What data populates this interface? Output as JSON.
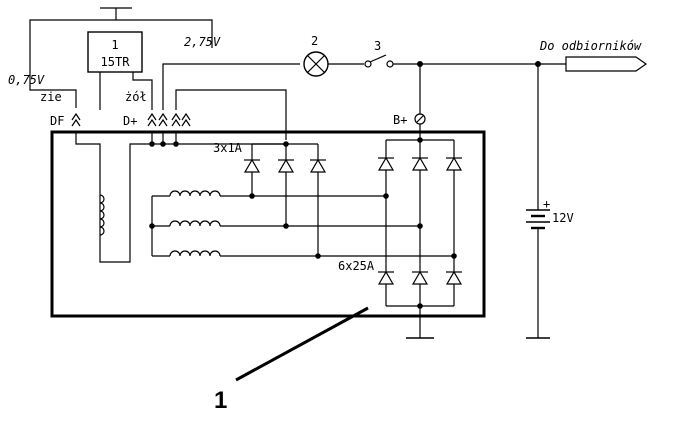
{
  "diagram": {
    "regulator": {
      "number": "1",
      "type": "15TR"
    },
    "voltages": {
      "left": "0,75V",
      "right": "2,75V"
    },
    "wire_colors": {
      "green": "zie",
      "yellow": "żół"
    },
    "terminals": {
      "df": "DF",
      "dplus": "D+",
      "bplus": "B+"
    },
    "lamp_number": "2",
    "switch_number": "3",
    "load_label": "Do odbiorników",
    "battery_label": "12V",
    "battery_plus": "+",
    "small_diodes": "3x1A",
    "main_diodes": "6x25A",
    "alternator_number": "1"
  }
}
